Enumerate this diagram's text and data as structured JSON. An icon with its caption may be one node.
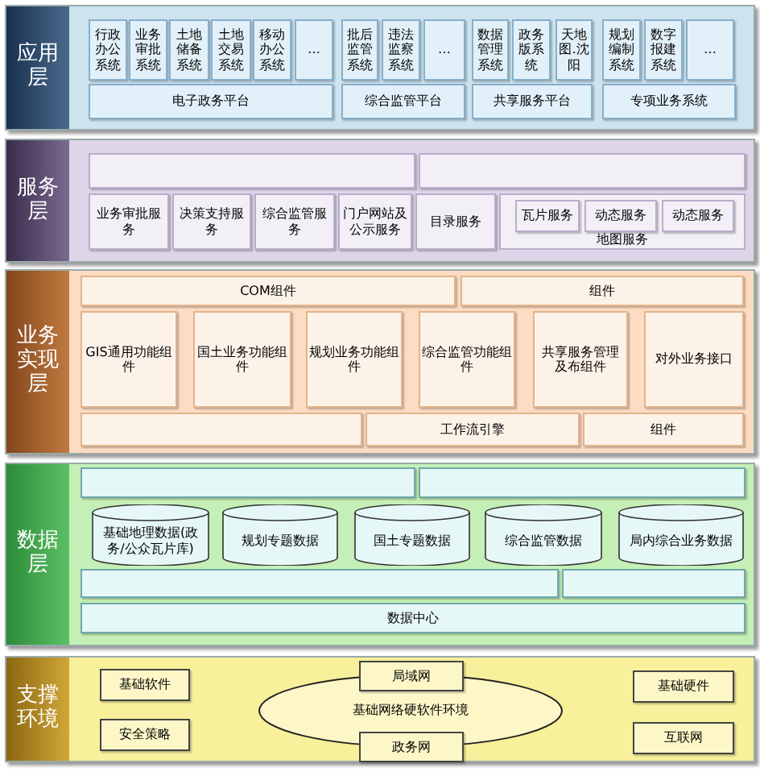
{
  "diagram": {
    "nodes": [
      {
        "text": [
          "应用层"
        ]
      },
      {
        "text": [
          "行政办公系统"
        ],
        "in": 0
      },
      {
        "text": [
          "业务审批系统"
        ],
        "in": 0
      },
      {
        "text": [
          "土地储备系统"
        ],
        "in": 0
      },
      {
        "text": [
          "土地交易系统"
        ],
        "in": 0
      },
      {
        "text": [
          "移动办公系统"
        ],
        "in": 0
      },
      {
        "text": [
          "…"
        ],
        "in": 0
      },
      {
        "text": [
          "电子政务平台"
        ],
        "in": 0
      },
      {
        "text": [
          "批后监管系统"
        ],
        "in": 0
      },
      {
        "text": [
          "违法监察系统"
        ],
        "in": 0
      },
      {
        "text": [
          "…"
        ],
        "in": 0
      },
      {
        "text": [
          "综合监管平台"
        ],
        "in": 0
      },
      {
        "text": [
          "数据管理系统"
        ],
        "in": 0
      },
      {
        "text": [
          "政务版系统"
        ],
        "in": 0
      },
      {
        "text": [
          "天地图.沈阳"
        ],
        "in": 0
      },
      {
        "text": [
          "共享服务平台"
        ],
        "in": 0
      },
      {
        "text": [
          "规划编制系统"
        ],
        "in": 0
      },
      {
        "text": [
          "数字报建系统"
        ],
        "in": 0
      },
      {
        "text": [
          "…"
        ],
        "in": 0
      },
      {
        "text": [
          "专项业务系统"
        ],
        "in": 0
      },
      {
        "text": [
          "服务层"
        ]
      },
      {
        "text": [],
        "shape": "box",
        "in": 20
      },
      {
        "text": [],
        "shape": "box",
        "in": 20
      },
      {
        "text": [
          "业务审批服务"
        ],
        "in": 20
      },
      {
        "text": [
          "决策支持服务"
        ],
        "in": 20
      },
      {
        "text": [
          "综合监管服务"
        ],
        "in": 20
      },
      {
        "text": [
          "门户网站及公示服务"
        ],
        "in": 20
      },
      {
        "text": [
          "目录服务"
        ],
        "in": 20
      },
      {
        "text": [
          "地图服务"
        ],
        "in": 20
      },
      {
        "text": [
          "瓦片服务"
        ],
        "in": 28
      },
      {
        "text": [
          "动态服务"
        ],
        "in": 28
      },
      {
        "text": [
          "动态服务"
        ],
        "in": 28
      },
      {
        "text": [
          "业务实现层"
        ]
      },
      {
        "text": [
          "COM组件"
        ],
        "in": 32
      },
      {
        "text": [
          "组件"
        ],
        "in": 32
      },
      {
        "text": [
          "GIS通用功能组件"
        ],
        "in": 32
      },
      {
        "text": [
          "国土业务功能组件"
        ],
        "in": 32
      },
      {
        "text": [
          "规划业务功能组件"
        ],
        "in": 32
      },
      {
        "text": [
          "综合监管功能组件"
        ],
        "in": 32
      },
      {
        "text": [
          "共享服务管理及布组件"
        ],
        "in": 32
      },
      {
        "text": [
          "对外业务接口"
        ],
        "in": 32
      },
      {
        "text": [],
        "shape": "box",
        "in": 32
      },
      {
        "text": [
          "工作流引擎"
        ],
        "in": 32
      },
      {
        "text": [
          "组件"
        ],
        "in": 32
      },
      {
        "text": [
          "数据层"
        ]
      },
      {
        "text": [],
        "shape": "box",
        "in": 44
      },
      {
        "text": [],
        "shape": "box",
        "in": 44
      },
      {
        "text": [
          "基础地理数据(政务/公众瓦片库)"
        ],
        "in": 44
      },
      {
        "text": [
          "规划专题数据"
        ],
        "in": 44
      },
      {
        "text": [
          "国土专题数据"
        ],
        "in": 44
      },
      {
        "text": [
          "综合监管数据"
        ],
        "in": 44
      },
      {
        "text": [
          "局内综合业务数据"
        ],
        "in": 44
      },
      {
        "text": [],
        "shape": "box",
        "in": 44
      },
      {
        "text": [],
        "shape": "box",
        "in": 44
      },
      {
        "text": [
          "数据中心"
        ],
        "in": 44
      },
      {
        "text": [
          "支撑环境"
        ]
      },
      {
        "text": [
          "基础软件"
        ],
        "in": 55
      },
      {
        "text": [
          "安全策略"
        ],
        "in": 55
      },
      {
        "text": [
          "基础网络硬软件环境"
        ],
        "in": 55
      },
      {
        "text": [
          "局域网"
        ],
        "in": 55
      },
      {
        "text": [
          "政务网"
        ],
        "in": 55
      },
      {
        "text": [
          "基础硬件"
        ],
        "in": 55
      },
      {
        "text": [
          "互联网"
        ],
        "in": 55
      }
    ]
  }
}
